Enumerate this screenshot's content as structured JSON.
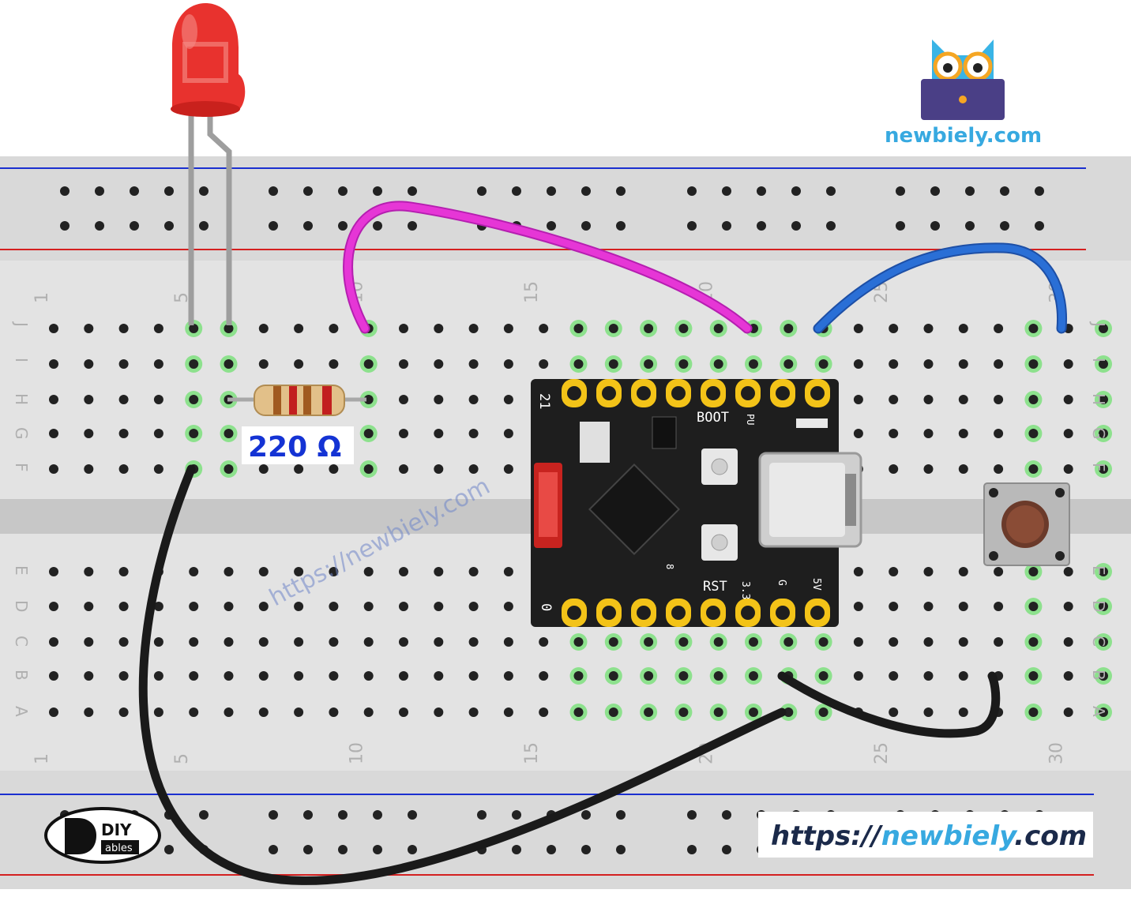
{
  "brand": {
    "site_name": "newbiely.com",
    "url_banner": {
      "prefix": "https://",
      "domain": "newbiely",
      "suffix": ".com"
    },
    "watermark": "https://newbiely.com",
    "diy_logo": {
      "line1": "DIY",
      "line2": "ables"
    }
  },
  "resistor": {
    "label": "220 Ω"
  },
  "board": {
    "labels": {
      "boot": "BOOT",
      "rst": "RST",
      "pin_21": "21",
      "pin_0": "0",
      "v33": "3.3",
      "g": "G",
      "v5": "5V",
      "pu": "PU",
      "ts": "8"
    }
  },
  "breadboard": {
    "row_letters_top": [
      "J",
      "I",
      "H",
      "G",
      "F"
    ],
    "row_letters_bottom": [
      "E",
      "D",
      "C",
      "B",
      "A"
    ],
    "column_numbers_top": [
      "1",
      "5",
      "10",
      "15",
      "20",
      "25",
      "30"
    ],
    "column_numbers_bottom": [
      "1",
      "5",
      "10",
      "15",
      "20",
      "25",
      "30"
    ]
  },
  "colors": {
    "breadboard": "#dcdcdc",
    "rail_red": "#d42020",
    "rail_blue": "#1a2fd0",
    "hole": "#222222",
    "hole_active": "#7ee07e",
    "wire_pink": "#e636d6",
    "wire_blue": "#2a6fd6",
    "wire_black": "#1a1a1a",
    "led": "#e8322e",
    "board": "#1e1e1e",
    "pad": "#f3c318",
    "brand_blue": "#37a9e0"
  }
}
